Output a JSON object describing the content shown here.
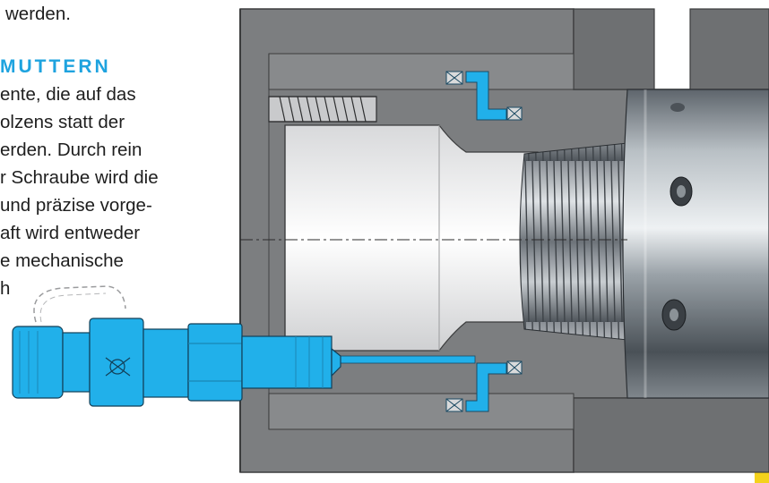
{
  "document": {
    "fragment_top": "werden.",
    "heading": "MUTTERN",
    "paragraph_lines": [
      "ente, die auf das",
      "olzens statt der",
      "erden. Durch rein",
      "r Schraube wird die",
      "und präzise vorge-",
      "aft wird entweder",
      "e mechanische",
      "h"
    ]
  },
  "colors": {
    "heading": "#1ea3df",
    "text": "#1e1e1e",
    "housing": "#7c7e80",
    "hydraulic_blue": "#21b0ea",
    "accent_yellow": "#f4d21c"
  },
  "illustration": {
    "subject": "hydraulic nut cross-section with threaded bolt and hydraulic coupling",
    "icons": [
      "hydraulic-coupling-icon",
      "threaded-bolt-icon",
      "seal-icon"
    ]
  }
}
